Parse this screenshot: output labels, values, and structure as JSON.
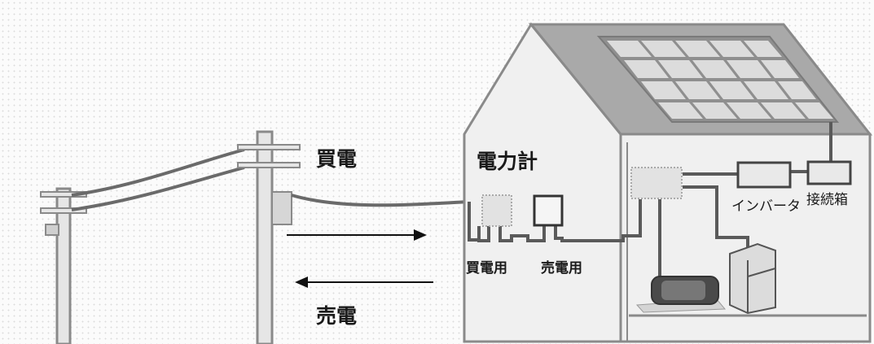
{
  "labels": {
    "buy_power": "買電",
    "sell_power": "売電",
    "power_meter": "電力計",
    "buy_meter": "買電用",
    "sell_meter": "売電用",
    "inverter": "インバータ",
    "junction_box": "接続箱"
  },
  "colors": {
    "background": "#fbfbfb",
    "outline": "#8a8a8a",
    "roof": "#a9a9a9",
    "wall": "#f0f0f0",
    "panel": "#d9d9d9",
    "cable": "#5a5a5a",
    "arrow": "#111111"
  }
}
